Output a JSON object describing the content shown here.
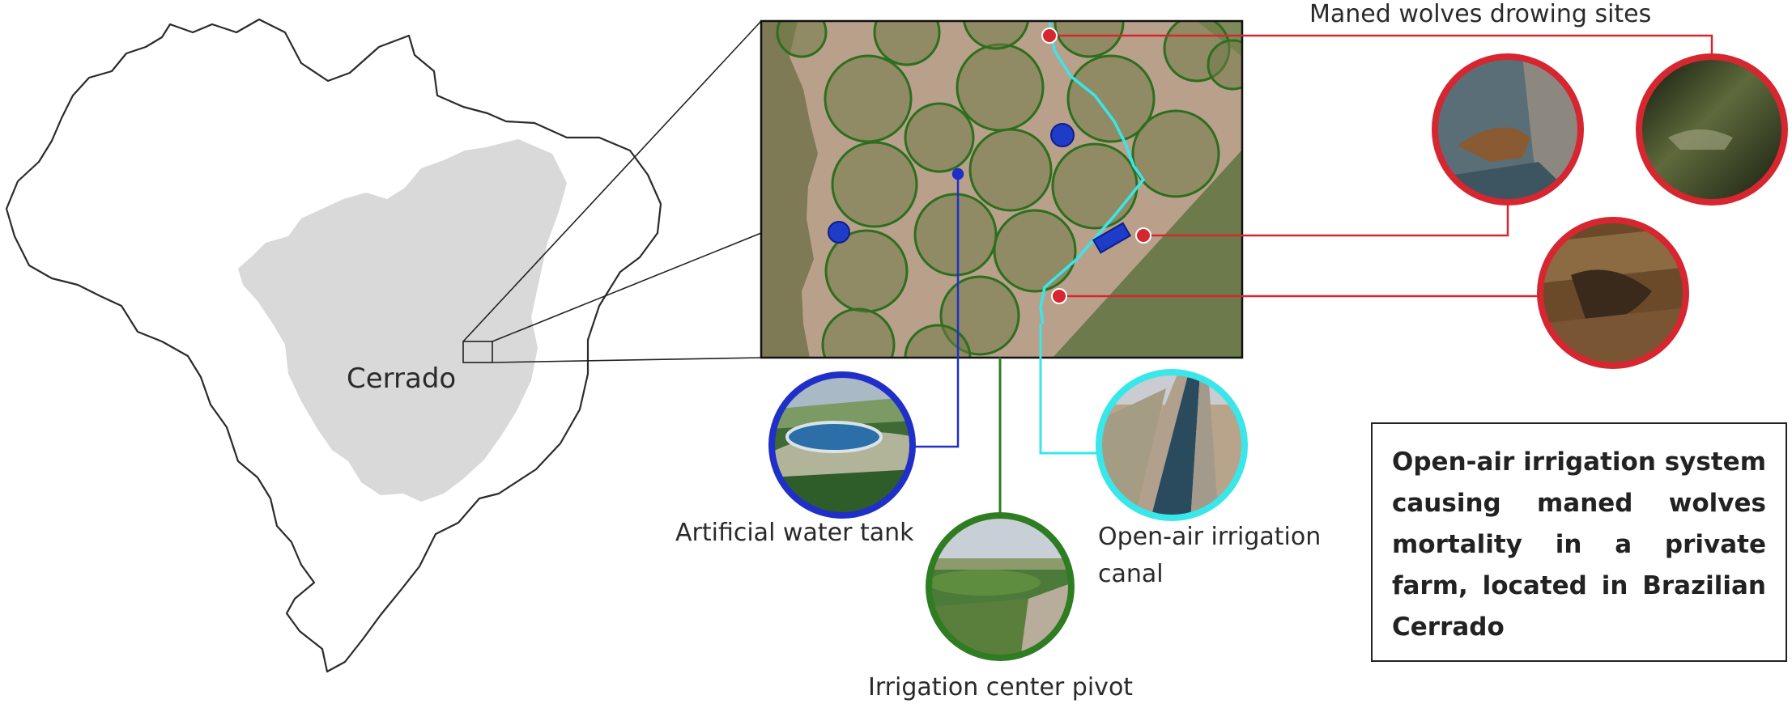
{
  "labels": {
    "cerrado": "Cerrado",
    "drowning_sites": "Maned wolves drowing sites",
    "water_tank": "Artificial water tank",
    "irrigation_canal": "Open-air irrigation canal",
    "center_pivot": "Irrigation center pivot"
  },
  "info_box": {
    "text": "Open-air irrigation system causing maned wolves mortality in a private farm, located in Brazilian Cerrado"
  },
  "colors": {
    "cerrado_fill": "#d9d9d9",
    "country_outline": "#2b2b2b",
    "water_tank": "#1f2fc8",
    "center_pivot": "#2e7d22",
    "irrigation_canal": "#39e6ea",
    "drowning_sites": "#d62630"
  }
}
